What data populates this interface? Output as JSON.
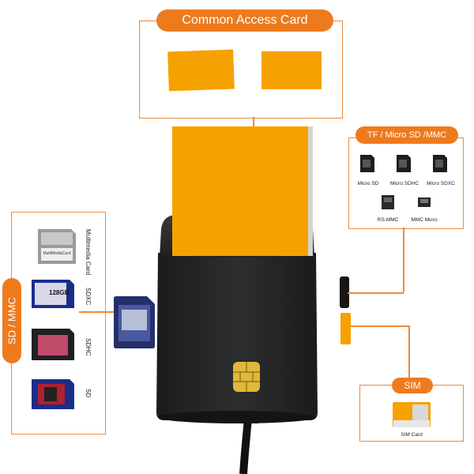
{
  "top_panel": {
    "title": "Common Access Card"
  },
  "tf_panel": {
    "title": "TF / Micro SD /MMC",
    "items": [
      {
        "label": "Micro SD",
        "icon": "micro-sd-card-icon"
      },
      {
        "label": "Micro SDHC",
        "icon": "micro-sdhc-card-icon"
      },
      {
        "label": "Micro SDXC",
        "icon": "micro-sdxc-card-icon"
      },
      {
        "label": "RS-MMC",
        "icon": "rs-mmc-card-icon"
      },
      {
        "label": "MMC Micro",
        "icon": "mmc-micro-card-icon"
      }
    ]
  },
  "sd_panel": {
    "title": "SD / MMC",
    "items": [
      {
        "label": "Multimedia Card",
        "card_text": "MultiMediaCard",
        "icon": "multimedia-card-icon"
      },
      {
        "label": "SDXC",
        "card_text": "128GB",
        "icon": "sdxc-card-icon"
      },
      {
        "label": "SDHC",
        "icon": "sdhc-card-icon"
      },
      {
        "label": "SD",
        "icon": "sd-card-icon"
      }
    ]
  },
  "sim_panel": {
    "title": "SIM",
    "item_label": "SIM Card",
    "icon": "sim-card-icon"
  },
  "colors": {
    "accent": "#ee7a1e",
    "card": "#f5a200",
    "reader": "#2a2a2a"
  }
}
